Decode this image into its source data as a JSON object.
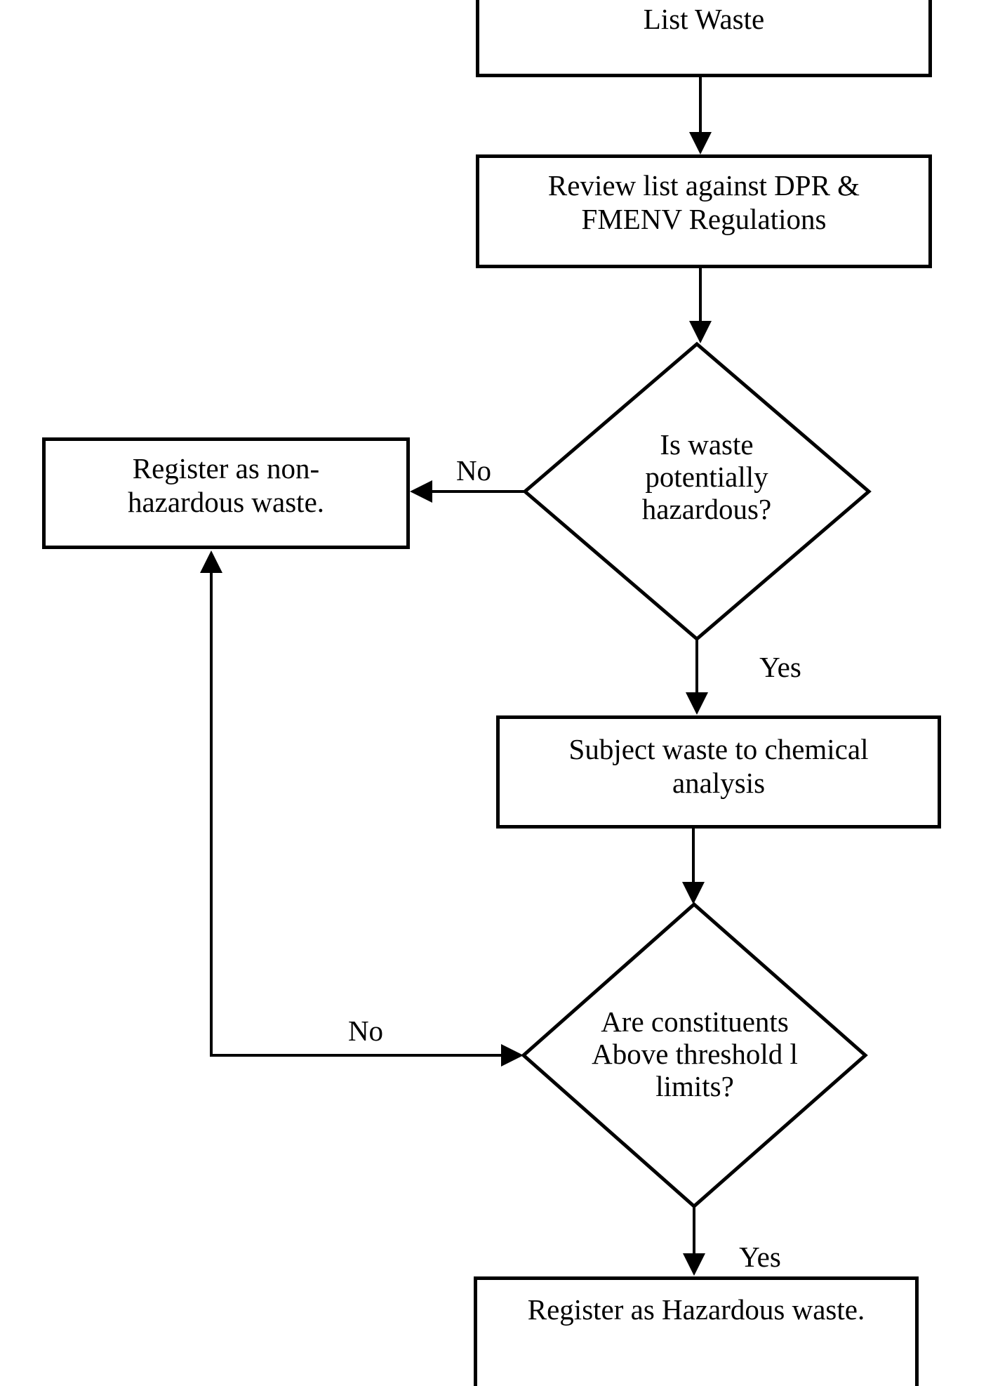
{
  "page": {
    "background_color": "#ffffff",
    "stroke_color": "#000000",
    "text_color": "#000000"
  },
  "flowchart": {
    "nodes": {
      "list_waste": {
        "label": "List Waste"
      },
      "review_list": {
        "line1": "Review list against DPR &",
        "line2": "FMENV Regulations"
      },
      "is_hazardous": {
        "line1": "Is waste",
        "line2": "potentially",
        "line3": "hazardous?"
      },
      "register_non_hazardous": {
        "line1": "Register as non-",
        "line2": "hazardous waste."
      },
      "chemical_analysis": {
        "line1": "Subject waste to chemical",
        "line2": "analysis"
      },
      "above_threshold": {
        "line1": "Are constituents",
        "line2": "Above threshold l",
        "line3": "limits?"
      },
      "register_hazardous": {
        "label": "Register as Hazardous waste."
      }
    },
    "edge_labels": {
      "no_1": "No",
      "yes_1": "Yes",
      "no_2": "No",
      "yes_2": "Yes"
    }
  }
}
